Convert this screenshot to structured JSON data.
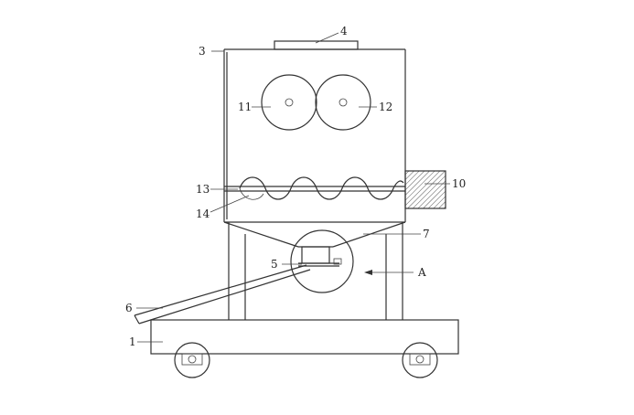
{
  "labels": {
    "l1": "1",
    "l3": "3",
    "l4": "4",
    "l5": "5",
    "l6": "6",
    "l7": "7",
    "l10": "10",
    "l11": "11",
    "l12": "12",
    "l13": "13",
    "l14": "14",
    "lA": "A"
  },
  "colors": {
    "line": "#333333",
    "hatch": "#555555",
    "background": "#ffffff"
  }
}
